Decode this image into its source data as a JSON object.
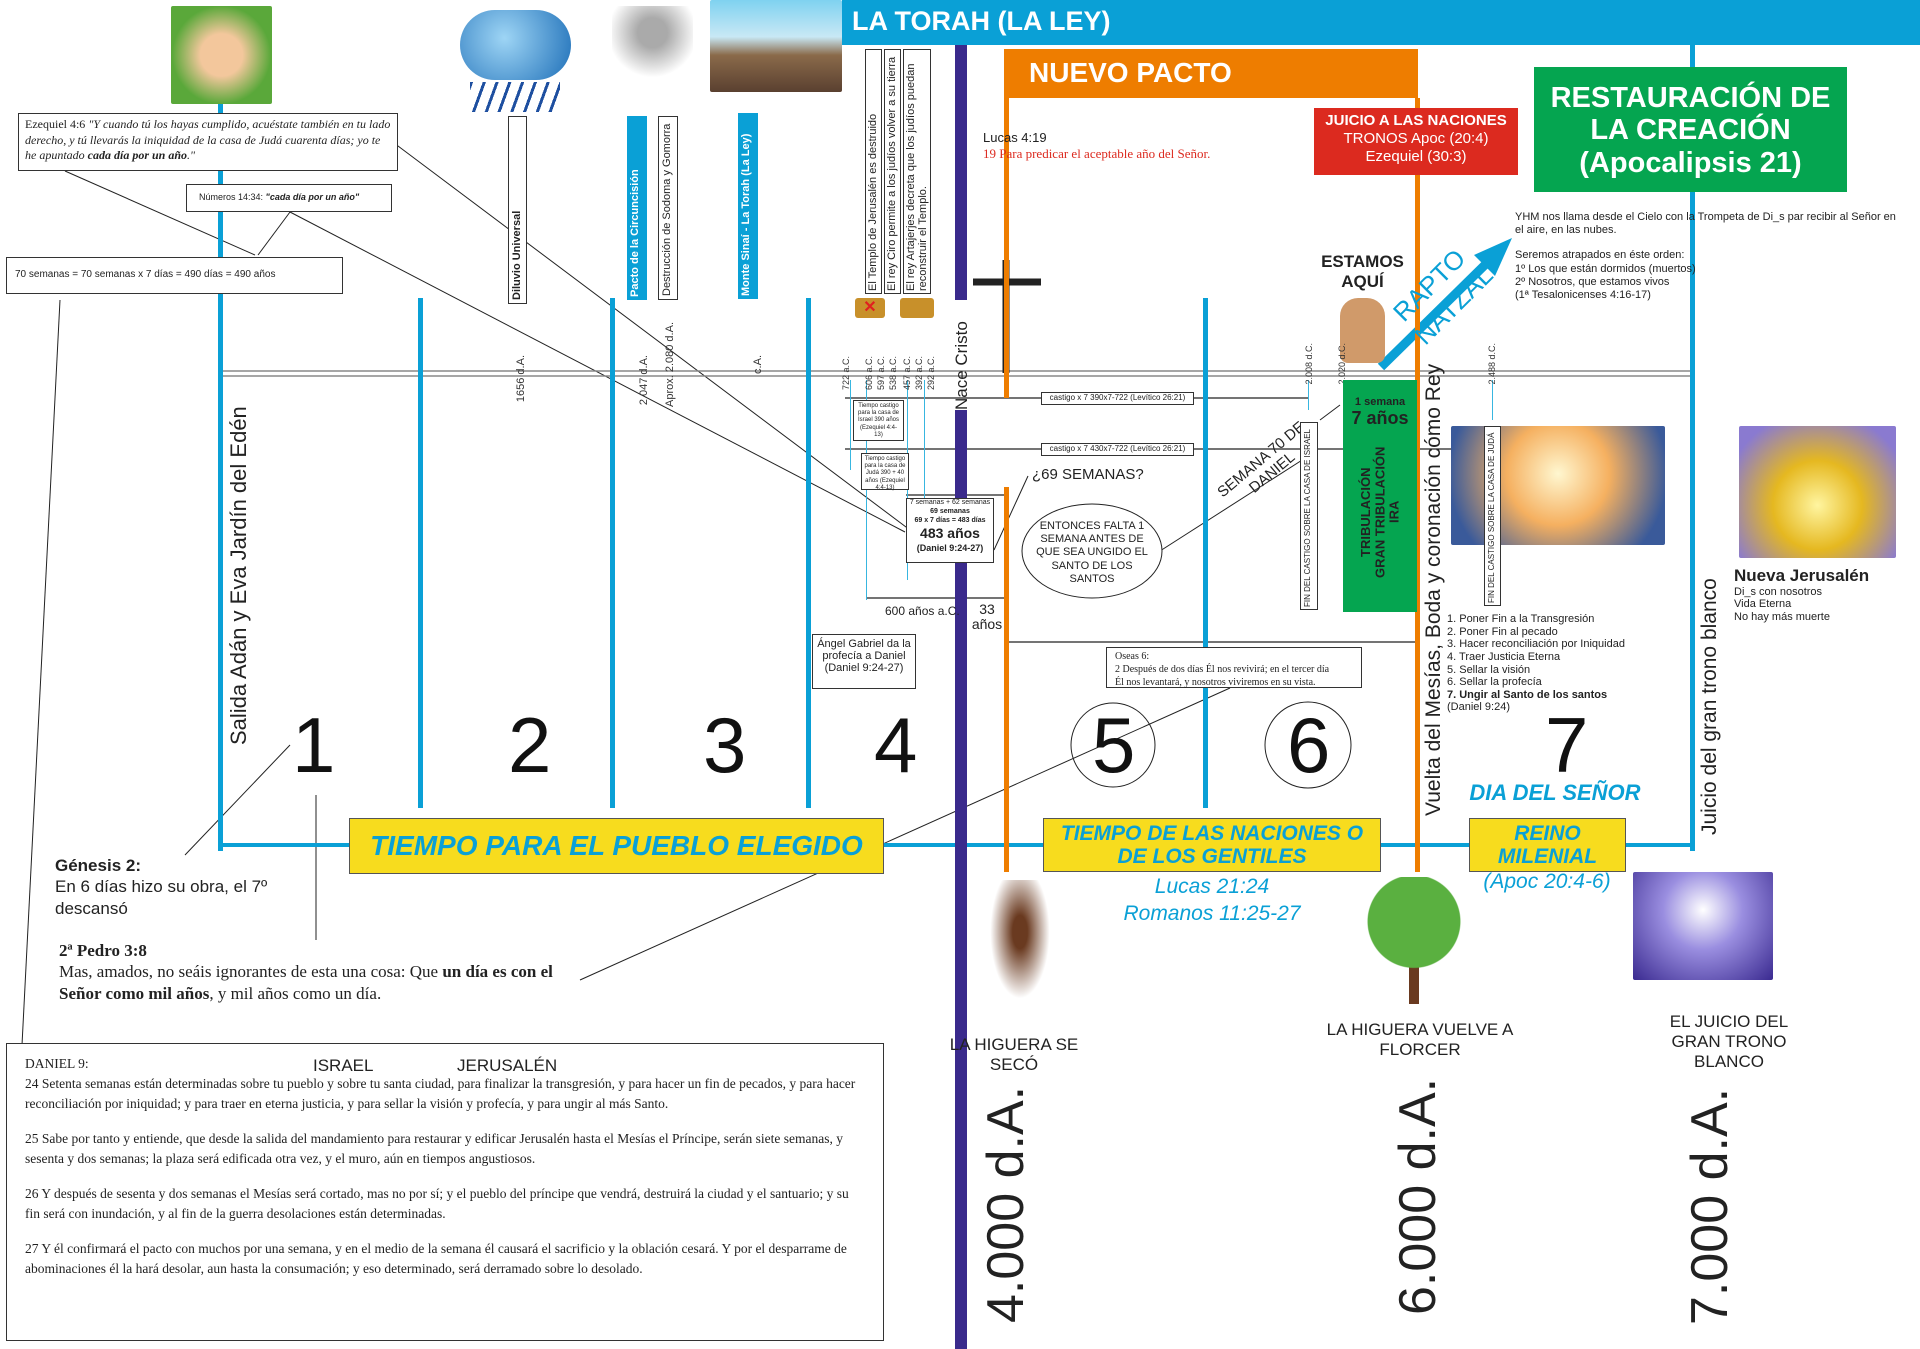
{
  "header": {
    "title": "LA TORAH (LA LEY)",
    "nuevo_pacto": "NUEVO PACTO"
  },
  "juicio_naciones": {
    "title": "JUICIO A LAS NACIONES",
    "line1": "TRONOS Apoc (20:4)",
    "line2": "Ezequiel (30:3)"
  },
  "restauracion": {
    "line1": "RESTAURACIÓN DE",
    "line2": "LA CREACIÓN",
    "line3": "(Apocalipsis 21)"
  },
  "ezequiel": {
    "ref": "Ezequiel 4:6",
    "quote": "\"Y cuando tú los hayas cumplido, acuéstate también en tu lado derecho, y tú llevarás la iniquidad de la casa de Judá cuarenta días; yo te he apuntado ",
    "bold": "cada día por un año",
    "end": ".\""
  },
  "numeros": {
    "ref": "Números 14:34: ",
    "quote": "\"cada día por un año\""
  },
  "setenta": "70 semanas = 70 semanas x 7 días = 490 días = 490 años",
  "events": {
    "diluvio": "Diluvio Universal",
    "circuncision": "Pacto de la Circuncisión",
    "sodoma": "Destrucción de Sodoma y Gomorra",
    "sinai": "Monte Sinaí - La Torah (La Ley)",
    "templo": "El Templo de Jerusalén es destruido",
    "ciro": "El rey Ciro permite a los judíos volver a su tierra",
    "artajerjes": "El rey Artajerjes decreta que los judíos puedan reconstruir el Templo.",
    "nace_cristo": "Nace Cristo"
  },
  "dates": {
    "d1656": "1656 d.A.",
    "d2047": "2.047 d.A.",
    "d2080": "Aprox. 2.080 d.A.",
    "dca": "c.A.",
    "d722": "722 a.C.",
    "d606": "606 a.C.",
    "d597": "597 a.C.",
    "d538": "538 a.C.",
    "d457": "457 a.C.",
    "d392": "392 a.C.",
    "d292": "292 a.C.",
    "d2008": "2.008 d.C.",
    "d2020": "2.020 d.C.",
    "d2488": "2.488 d.C."
  },
  "lucas419": {
    "ref": "Lucas 4:19",
    "verse": "19 Para predicar el aceptable año del Señor."
  },
  "castigo1": "castigo x 7   390x7-722 (Levítico 26:21)",
  "castigo2": "castigo x 7   430x7-722 (Levítico 26:21)",
  "tiempo_israel": "Tiempo castigo para la casa de Israel 390 años (Ezequiel 4:4-13)",
  "tiempo_juda": "Tiempo castigo para la casa de Judá 390 + 40 años (Ezequiel 4:4-13)",
  "box483": {
    "l1": "7 semanas + 62 semanas",
    "l2": "69 semanas",
    "l3": "69 x 7 días = 483 días",
    "big": "483 años",
    "ref": "(Daniel 9:24-27)"
  },
  "seiscientos": "600 años a.C.",
  "treinta_tres": "33 años",
  "gabriel": "Ángel Gabriel da la profecía a Daniel (Daniel 9:24-27)",
  "sesenta_nueve": "¿69 SEMANAS?",
  "ellipse": "ENTONCES FALTA 1 SEMANA ANTES DE QUE SEA UNGIDO EL SANTO DE LOS SANTOS",
  "semana70": "SEMANA 70 DE DANIEL",
  "fin_israel": "FIN DEL CASTIGO SOBRE LA CASA DE ISRAEL",
  "fin_juda": "FIN DEL CASTIGO SOBRE LA CASA DE JUDÁ",
  "oseas": {
    "ref": "Oseas 6:",
    "l1": "2 Después de dos días Él nos revivirá; en el tercer día",
    "l2": "Él nos levantará, y nosotros viviremos en su vista."
  },
  "estamos": "ESTAMOS AQUÍ",
  "rapto": "RAPTO",
  "natzal": "NATZAL",
  "yhm": {
    "l1": "YHM nos llama desde el Cielo con la Trompeta de Di_s par recibir al Señor en el aire, en las nubes.",
    "l2": "Seremos atrapados en éste orden:",
    "l3": "1º Los que están dormidos (muertos)",
    "l4": "2º Nosotros, que estamos vivos",
    "l5": "(1ª Tesalonicenses 4:16-17)"
  },
  "tribulacion": {
    "semana": "1 semana",
    "anos": "7 años",
    "l1": "TRIBULACIÓN",
    "l2": "GRAN TRIBULACIÓN",
    "l3": "IRA"
  },
  "list7": [
    "1. Poner Fin a la Transgresión",
    "2. Poner Fin al pecado",
    "3. Hacer reconciliación por Iniquidad",
    "4. Traer Justicia Eterna",
    "5. Sellar la visión",
    "6. Sellar la profecía",
    "7. Ungir al Santo de los santos",
    "(Daniel 9:24)"
  ],
  "nueva_jerusalen": {
    "title": "Nueva Jerusalén",
    "l1": "Di_s con nosotros",
    "l2": "Vida Eterna",
    "l3": "No hay más muerte"
  },
  "vertical": {
    "eden": "Salida Adán y Eva Jardín del Edén",
    "vuelta": "Vuelta del Mesías, Boda y coronación cómo Rey",
    "juicio": "Juicio del gran trono blanco"
  },
  "periods": [
    "1",
    "2",
    "3",
    "4",
    "5",
    "6",
    "7"
  ],
  "dia_senor": "DIA DEL SEÑOR",
  "pueblo": "TIEMPO PARA EL PUEBLO ELEGIDO",
  "naciones": "TIEMPO DE LAS NACIONES O DE LOS GENTILES",
  "lucas2124": "Lucas 21:24",
  "romanos": "Romanos 11:25-27",
  "reino": "REINO MILENIAL",
  "apoc": "(Apoc 20:4-6)",
  "genesis": {
    "ref": "Génesis 2:",
    "text": "En 6 días hizo su obra, el 7º descansó"
  },
  "pedro": {
    "ref": "2ª Pedro 3:8",
    "t1": "Mas, amados, no seáis ignorantes de esta una cosa: Que ",
    "b1": "un día es con el Señor como mil años",
    "t2": ", y mil años como un día."
  },
  "higuera_seco": "LA HIGUERA SE SECÓ",
  "higuera_florece": "LA HIGUERA VUELVE A FLORCER",
  "juicio_trono": "EL JUICIO DEL GRAN TRONO BLANCO",
  "milenios": [
    "4.000 d.A.",
    "6.000 d.A.",
    "7.000 d.A."
  ],
  "daniel": {
    "title": "DANIEL 9:",
    "israel": "ISRAEL",
    "jerusalen": "JERUSALÉN",
    "v24": "24 Setenta semanas están determinadas sobre tu pueblo y sobre tu santa ciudad, para finalizar la transgresión, y para hacer un fin de pecados, y para hacer reconciliación por iniquidad; y para traer en eterna justicia, y para sellar la visión y profecía, y para ungir al más Santo.",
    "v25": "25 Sabe por tanto y entiende, que desde la salida del mandamiento para restaurar y edificar Jerusalén hasta el Mesías el Príncipe, serán siete semanas, y sesenta y dos semanas; la plaza será edificada otra vez, y el muro, aún en tiempos angustiosos.",
    "v26": "26 Y después de sesenta y dos semanas el Mesías será cortado, mas no por sí; y el pueblo del príncipe que vendrá, destruirá la ciudad y el santuario; y su fin será con inundación, y al fin de la guerra desolaciones están determinadas.",
    "v27": "27 Y él confirmará el pacto con muchos por una semana, y en el medio de la semana él causará el sacrificio y la oblación cesará. Y por el desparrame de abominaciones él la hará desolar, aun hasta la consumación; y eso determinado, será derramado sobre lo desolado."
  },
  "colors": {
    "blue": "#0aa0d6",
    "orange": "#ee7d00",
    "purple": "#3a2a8c",
    "green": "#05a550",
    "red": "#dc2a1f",
    "yellow": "#f7dc1e"
  }
}
